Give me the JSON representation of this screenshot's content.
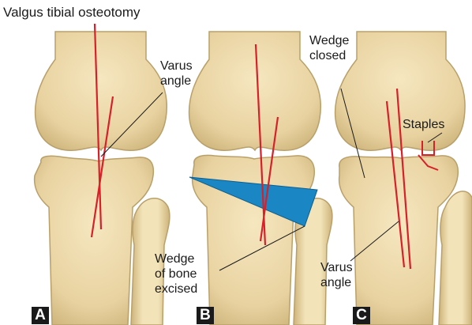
{
  "labels": {
    "title": "Valgus tibial osteotomy",
    "varus_angle_top_line1": "Varus",
    "varus_angle_top_line2": "angle",
    "wedge_closed_line1": "Wedge",
    "wedge_closed_line2": "closed",
    "staples": "Staples",
    "wedge_excised_line1": "Wedge",
    "wedge_excised_line2": "of bone",
    "wedge_excised_line3": "excised",
    "varus_angle_bottom_line1": "Varus",
    "varus_angle_bottom_line2": "angle"
  },
  "panels": [
    "A",
    "B",
    "C"
  ],
  "colors": {
    "bone_fill": "#ecd9a8",
    "bone_shade": "#cdb37a",
    "bone_outline": "#b9a06a",
    "osteotomy_line": "#d6202a",
    "wedge_fill": "#1a86c4",
    "text": "#1a1a1a"
  }
}
